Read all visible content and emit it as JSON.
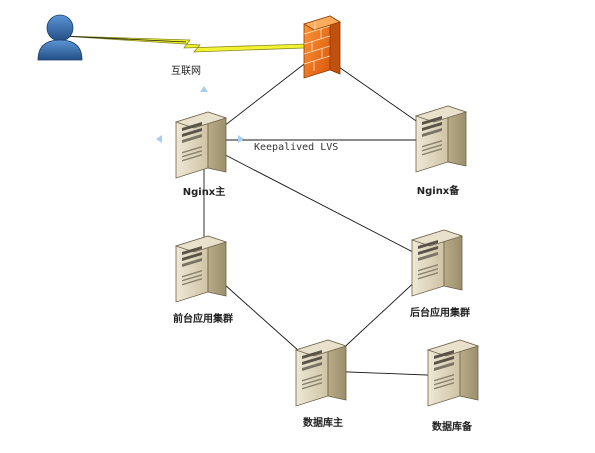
{
  "labels": {
    "internet": "互联网",
    "keepalived": "Keepalived LVS",
    "nginx_main": "Nginx主",
    "nginx_backup": "Nginx备",
    "frontend_cluster": "前台应用集群",
    "backend_cluster": "后台应用集群",
    "db_main": "数据库主",
    "db_backup": "数据库备"
  },
  "icons": {
    "user": "user-icon",
    "firewall": "firewall-icon",
    "lightning": "lightning-link-icon",
    "server": "server-icon"
  },
  "colors": {
    "server_body": "#d8ccb0",
    "firewall": "#f07a20",
    "user": "#2f6fb3",
    "lightning": "#f2f230"
  }
}
